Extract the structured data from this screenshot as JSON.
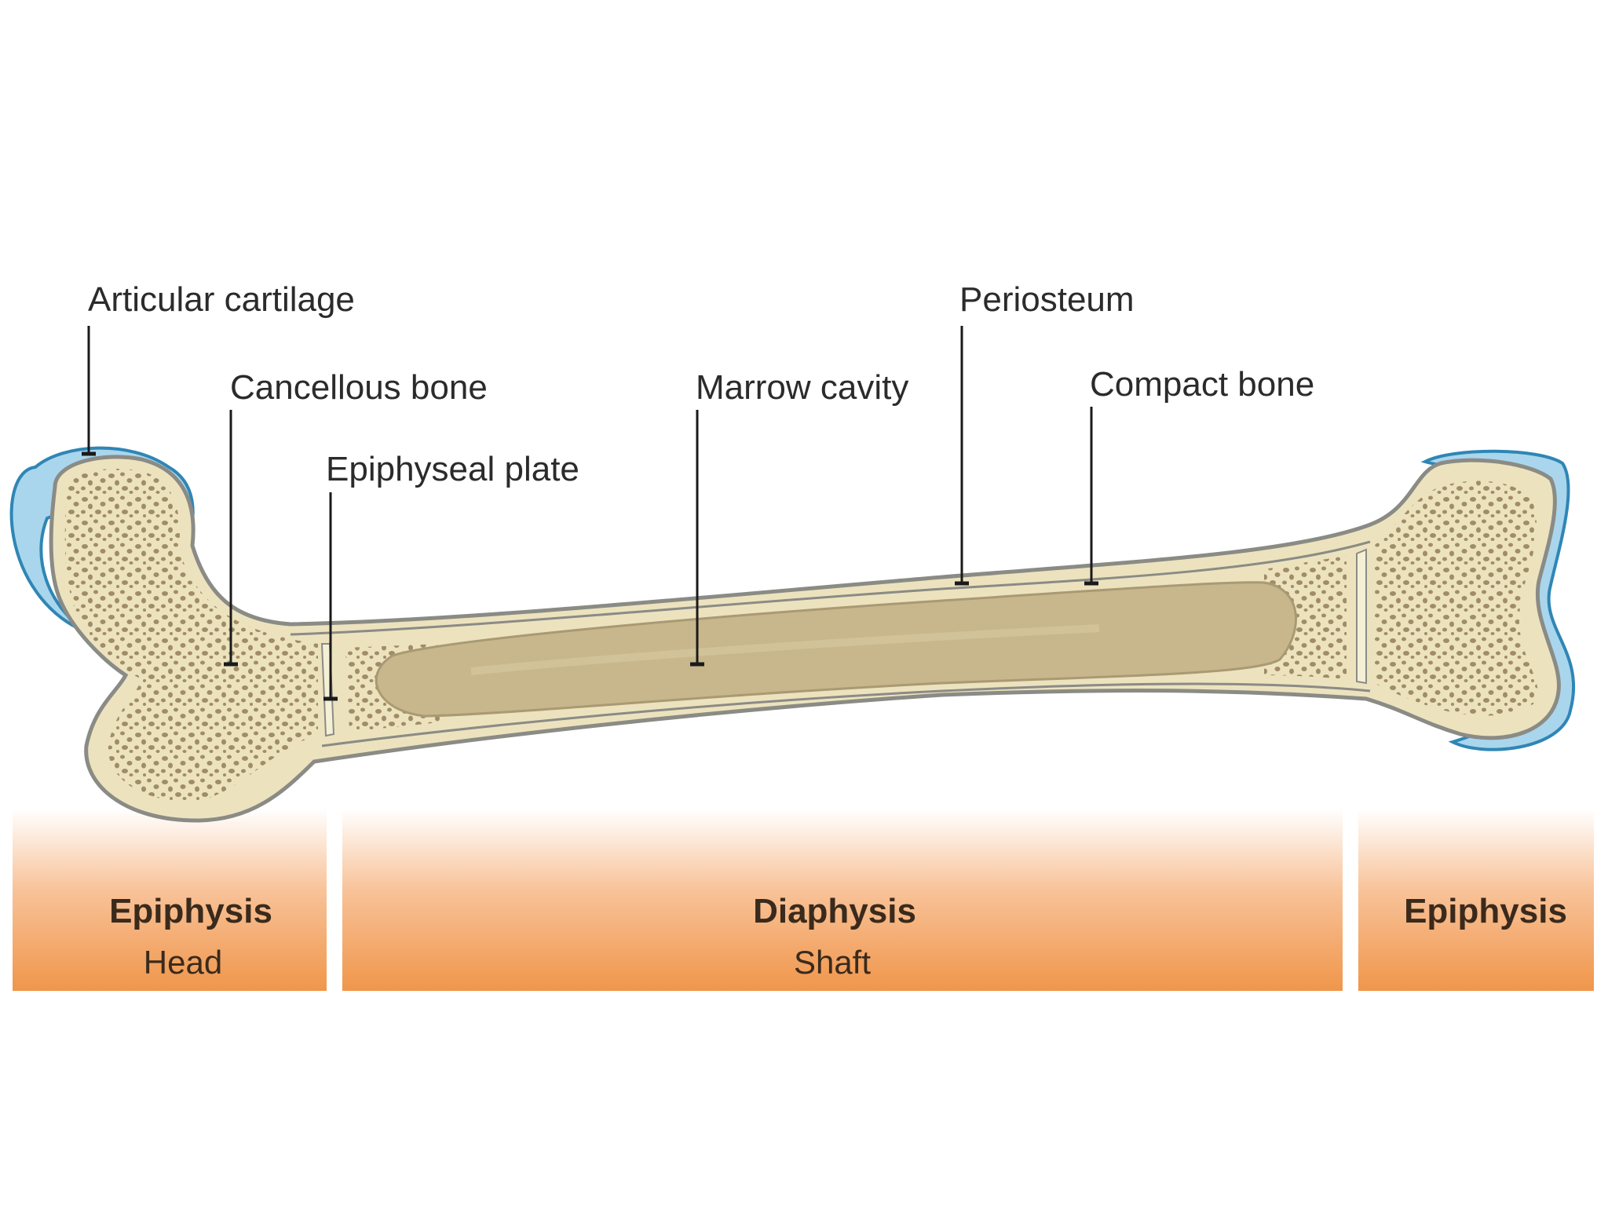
{
  "labels": {
    "articular_cartilage": "Articular cartilage",
    "cancellous_bone": "Cancellous bone",
    "epiphyseal_plate": "Epiphyseal plate",
    "marrow_cavity": "Marrow cavity",
    "periosteum": "Periosteum",
    "compact_bone": "Compact bone"
  },
  "regions": {
    "left": {
      "title": "Epiphysis",
      "subtitle": "Head"
    },
    "middle": {
      "title": "Diaphysis",
      "subtitle": "Shaft"
    },
    "right": {
      "title": "Epiphysis"
    }
  },
  "colors": {
    "cartilage": "#a9d6ec",
    "cartilage_outline": "#2f86b5",
    "bone": "#ece3be",
    "bone_outline": "#8b8b86",
    "spongy_dots": "#a08c66",
    "marrow": "#c8b78d",
    "band_top": "#ffffff",
    "band_bottom": "#f0964b"
  }
}
